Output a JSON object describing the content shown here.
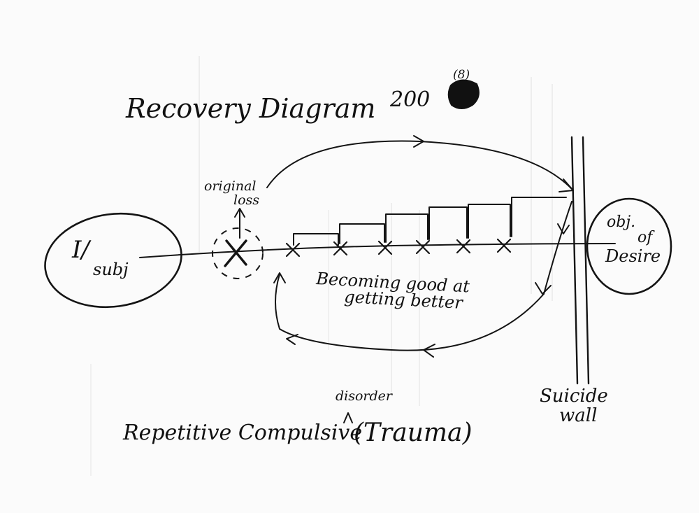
{
  "title": "Recovery Diagram",
  "year": "200",
  "year_superscript": "(8)",
  "subject_label_top": "I/",
  "subject_label_bottom": "subj",
  "original_loss_line1": "original",
  "original_loss_line2": "loss",
  "object_line1": "obj.",
  "object_line2": "of",
  "object_line3": "Desire",
  "becoming_line1": "Becoming good at",
  "becoming_line2": "getting better",
  "wall_line1": "Suicide",
  "wall_line2": "wall",
  "bottom_prefix": "Repetitive Compulsive",
  "bottom_insert": "disorder",
  "bottom_paren": "(Trauma)",
  "colors": {
    "ink": "#141414",
    "paper": "#fbfbfb",
    "bleed": "#c9c9c9"
  }
}
